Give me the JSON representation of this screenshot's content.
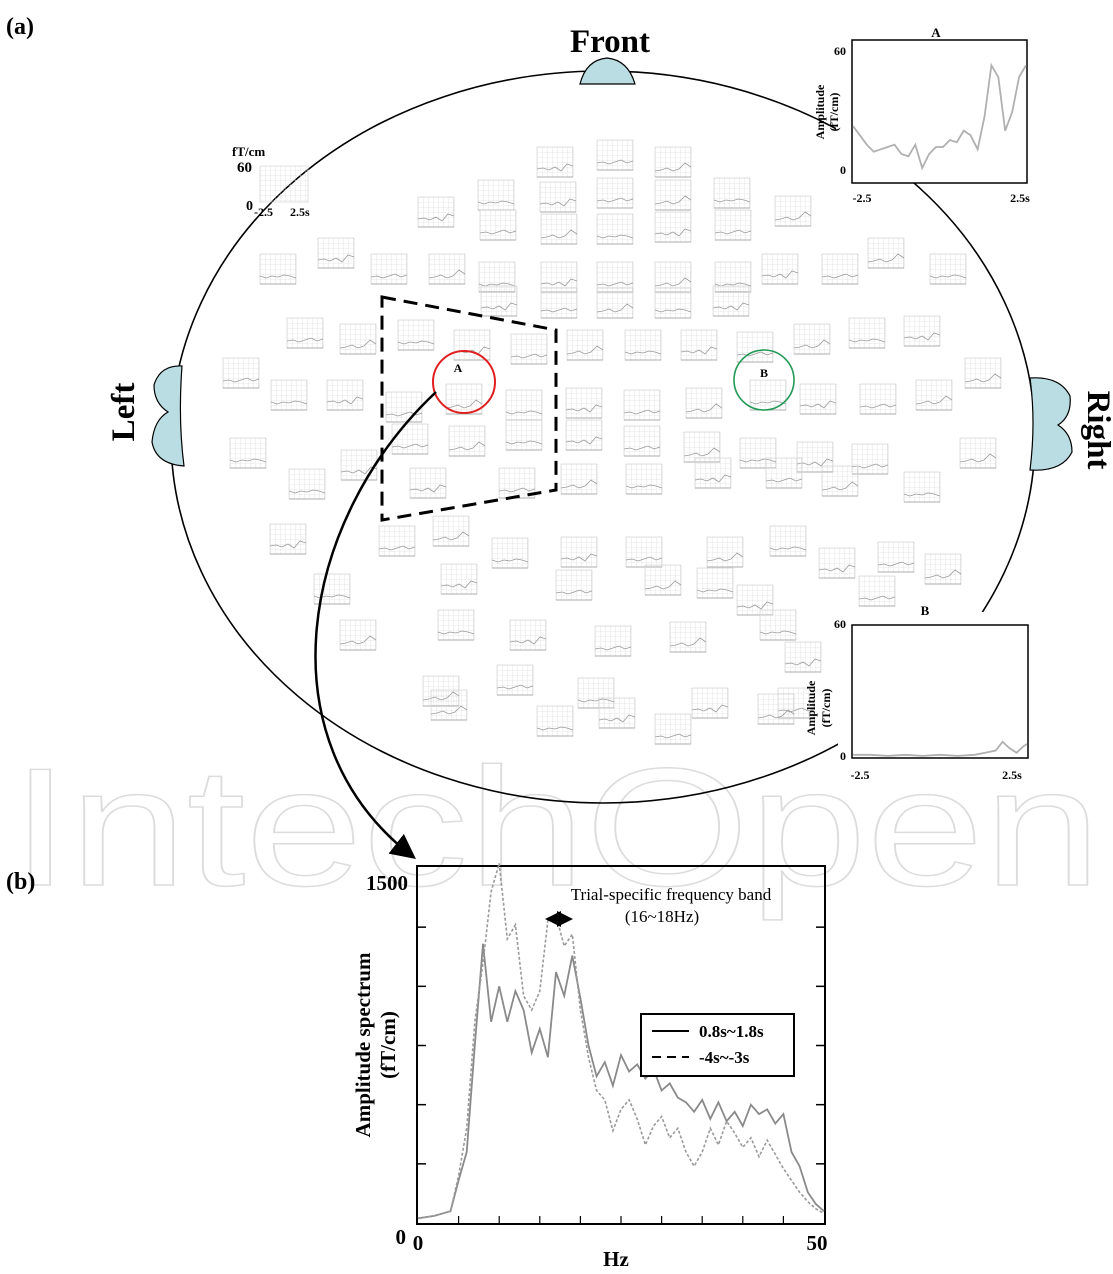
{
  "panel_a": {
    "label": "(a)",
    "front_label": "Front",
    "left_label": "Left",
    "right_label": "Right",
    "scale_unit": "fT/cm",
    "scale_top": "60",
    "scale_bottom": "0",
    "scale_x_start": "-2.5",
    "scale_x_end": "2.5s",
    "marker_a": "A",
    "marker_b": "B",
    "marker_a_color": "#e02020",
    "marker_b_color": "#1f9a55",
    "ear_nose_color": "#b9dde2"
  },
  "panel_b": {
    "label": "(b)",
    "annotation_line1": "Trial-specific frequency band",
    "annotation_line2": "(16~18Hz)"
  },
  "watermark": "IntechOpen",
  "chart_data": [
    {
      "id": "inset_a",
      "type": "line",
      "title": "A",
      "ylabel_line1": "Amplitude",
      "ylabel_line2": "(fT/cm)",
      "xtick_labels": [
        "-2.5",
        "2.5s"
      ],
      "ytick_labels": [
        "0",
        "60"
      ],
      "xlim": [
        -2.5,
        2.5
      ],
      "ylim": [
        0,
        60
      ],
      "grid": false,
      "series": [
        {
          "color": "#b0b0b0",
          "x": [
            -2.5,
            -2.3,
            -2.1,
            -1.9,
            -1.7,
            -1.5,
            -1.3,
            -1.1,
            -0.9,
            -0.7,
            -0.5,
            -0.3,
            -0.1,
            0.1,
            0.3,
            0.5,
            0.7,
            0.9,
            1.1,
            1.3,
            1.5,
            1.7,
            1.9,
            2.1,
            2.3,
            2.5
          ],
          "y": [
            24,
            20,
            16,
            13,
            14,
            15,
            16,
            12,
            11,
            16,
            6,
            12,
            15,
            15,
            18,
            17,
            22,
            20,
            14,
            28,
            50,
            45,
            22,
            30,
            45,
            50
          ]
        }
      ]
    },
    {
      "id": "inset_b",
      "type": "line",
      "title": "B",
      "ylabel_line1": "Amplitude",
      "ylabel_line2": "(fT/cm)",
      "xtick_labels": [
        "-2.5",
        "2.5s"
      ],
      "ytick_labels": [
        "0",
        "60"
      ],
      "xlim": [
        -2.5,
        2.5
      ],
      "ylim": [
        0,
        60
      ],
      "grid": false,
      "series": [
        {
          "color": "#b0b0b0",
          "x": [
            -2.5,
            -2.0,
            -1.5,
            -1.0,
            -0.5,
            0.0,
            0.5,
            1.0,
            1.3,
            1.6,
            1.8,
            2.0,
            2.2,
            2.4,
            2.5
          ],
          "y": [
            1,
            1,
            0.5,
            1,
            0.5,
            1,
            0.5,
            1,
            2,
            3,
            7,
            4,
            2,
            5,
            6
          ]
        }
      ]
    },
    {
      "id": "spectrum",
      "type": "line",
      "xlabel": "Hz",
      "ylabel_line1": "Amplitude spectrum",
      "ylabel_line2": "(fT/cm)",
      "xtick_labels": [
        "0",
        "50"
      ],
      "ytick_labels": [
        "0",
        "1500"
      ],
      "xlim": [
        0,
        50
      ],
      "ylim": [
        0,
        1500
      ],
      "grid": false,
      "legend_position": "upper-right",
      "series": [
        {
          "name": "0.8s~1.8s",
          "dash": "solid",
          "color": "#8a8a8a",
          "x": [
            0,
            2,
            4,
            5,
            6,
            7,
            8,
            9,
            10,
            11,
            12,
            13,
            14,
            15,
            16,
            17,
            18,
            19,
            20,
            21,
            22,
            23,
            24,
            25,
            26,
            27,
            28,
            29,
            30,
            31,
            32,
            33,
            34,
            35,
            36,
            37,
            38,
            39,
            40,
            41,
            42,
            43,
            44,
            45,
            46,
            47,
            48,
            49,
            50
          ],
          "y": [
            20,
            30,
            50,
            180,
            300,
            750,
            1180,
            850,
            1000,
            850,
            980,
            900,
            720,
            820,
            700,
            1060,
            960,
            1130,
            950,
            750,
            620,
            680,
            580,
            710,
            640,
            670,
            610,
            650,
            560,
            590,
            530,
            510,
            470,
            520,
            440,
            510,
            430,
            470,
            410,
            500,
            460,
            480,
            420,
            460,
            300,
            240,
            130,
            80,
            50
          ]
        },
        {
          "name": "-4s~-3s",
          "dash": "dashed",
          "color": "#9a9a9a",
          "x": [
            0,
            2,
            4,
            5,
            6,
            7,
            8,
            9,
            10,
            11,
            12,
            13,
            14,
            15,
            16,
            17,
            18,
            19,
            20,
            21,
            22,
            23,
            24,
            25,
            26,
            27,
            28,
            29,
            30,
            31,
            32,
            33,
            34,
            35,
            36,
            37,
            38,
            39,
            40,
            41,
            42,
            43,
            44,
            45,
            46,
            47,
            48,
            49,
            50
          ],
          "y": [
            20,
            30,
            50,
            200,
            400,
            850,
            1100,
            1400,
            1520,
            1200,
            1260,
            960,
            900,
            980,
            1280,
            1300,
            1170,
            1220,
            900,
            700,
            560,
            520,
            390,
            480,
            520,
            440,
            330,
            410,
            450,
            360,
            400,
            300,
            240,
            300,
            400,
            330,
            430,
            380,
            320,
            360,
            280,
            350,
            290,
            230,
            180,
            130,
            90,
            60,
            40
          ]
        }
      ]
    }
  ]
}
